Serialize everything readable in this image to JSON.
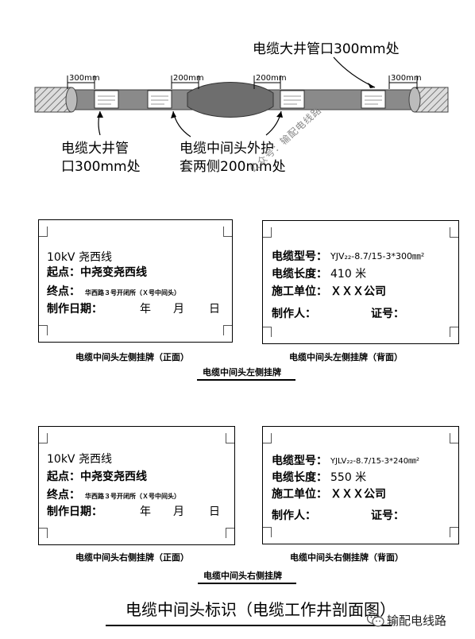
{
  "top": {
    "dim_300": "300mm",
    "dim_200": "200mm",
    "annotation_top": "电缆大井管口300mm处",
    "annotation_left": [
      "电缆大井管",
      "口300mm处"
    ],
    "annotation_mid": [
      "电缆中间头外护",
      "套两侧200mm处"
    ],
    "watermark": "公众号：输配电线路"
  },
  "cards": {
    "left_front": {
      "line1": "10kV 尧西线",
      "line2": "起点：中尧变尧西线",
      "line3_label": "终点：",
      "line3_value": "华西路３号开闭所（Ｘ号中间头）",
      "line4_label": "制作日期：",
      "line4_year": "年",
      "line4_month": "月",
      "line4_day": "日"
    },
    "left_back": {
      "line1_label": "电缆型号：",
      "line1_value": "YJV₂₂-8.7/15-3*300㎜²",
      "line2_label": "电缆长度：",
      "line2_value": "410 米",
      "line3_label": "施工单位：",
      "line3_value": "ＸＸＸ公司",
      "line4_label": "制作人：",
      "line4_cert": "证号："
    },
    "right_front": {
      "line1": "10kV 尧西线",
      "line2": "起点：中尧变尧西线",
      "line3_label": "终点：",
      "line3_value": "华西路３号开闭所（Ｘ号中间头）",
      "line4_label": "制作日期：",
      "line4_year": "年",
      "line4_month": "月",
      "line4_day": "日"
    },
    "right_back": {
      "line1_label": "电缆型号：",
      "line1_value": "YJLV₂₂-8.7/15-3*240㎜²",
      "line2_label": "电缆长度：",
      "line2_value": "550 米",
      "line3_label": "施工单位：",
      "line3_value": "ＸＸＸ公司",
      "line4_label": "制作人：",
      "line4_cert": "证号："
    }
  },
  "captions": {
    "left_front": "电缆中间头左侧挂牌（正面）",
    "left_back": "电缆中间头左侧挂牌（背面）",
    "left_sub": "电缆中间头左侧挂牌",
    "right_front": "电缆中间头右侧挂牌（正面）",
    "right_back": "电缆中间头右侧挂牌（背面）",
    "right_sub": "电缆中间头右侧挂牌"
  },
  "main_title": "电缆中间头标识（电缆工作井剖面图）",
  "logo_text": "输配电线路"
}
